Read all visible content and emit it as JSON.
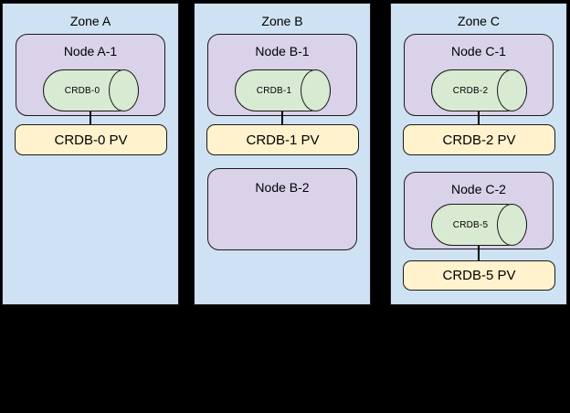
{
  "colors": {
    "background": "#000000",
    "zone_fill": "#cfe2f3",
    "node_fill": "#d9d2e9",
    "db_cylinder_fill": "#d9ead3",
    "pv_fill": "#fff2cc",
    "stroke": "#1a1a1a"
  },
  "zones": [
    {
      "title": "Zone A",
      "groups": [
        {
          "node_label": "Node A-1",
          "db_label": "CRDB-0",
          "pv_label": "CRDB-0 PV"
        }
      ]
    },
    {
      "title": "Zone B",
      "groups": [
        {
          "node_label": "Node B-1",
          "db_label": "CRDB-1",
          "pv_label": "CRDB-1 PV"
        }
      ],
      "empty_node_label": "Node B-2"
    },
    {
      "title": "Zone C",
      "groups": [
        {
          "node_label": "Node C-1",
          "db_label": "CRDB-2",
          "pv_label": "CRDB-2 PV"
        },
        {
          "node_label": "Node C-2",
          "db_label": "CRDB-5",
          "pv_label": "CRDB-5 PV"
        }
      ]
    }
  ]
}
